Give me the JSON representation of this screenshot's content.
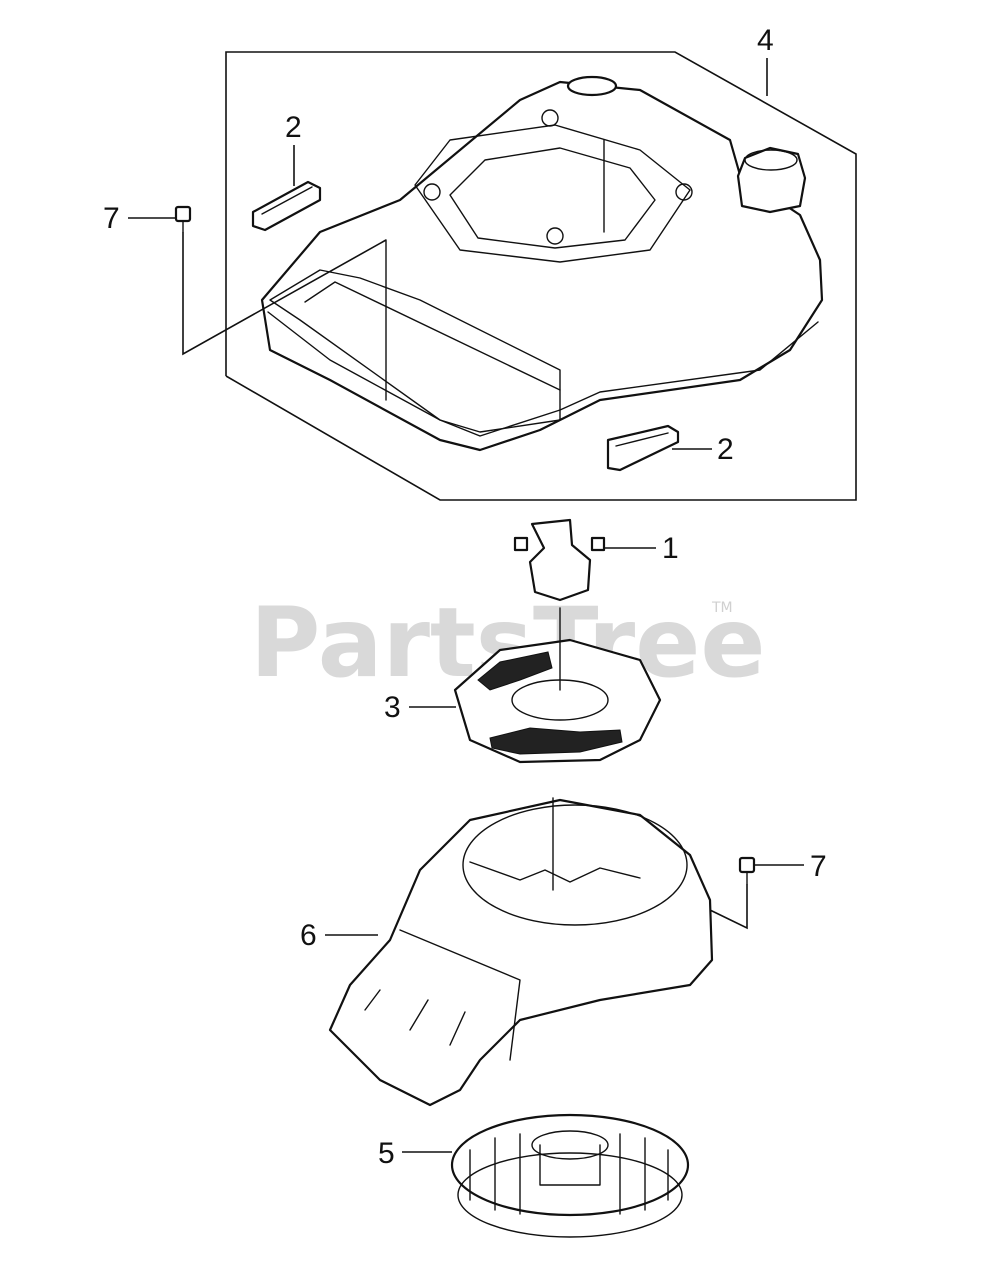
{
  "watermark": {
    "brand": "PartsTree",
    "trademark": "TM"
  },
  "callouts": {
    "c1": "1",
    "c2a": "2",
    "c2b": "2",
    "c3": "3",
    "c4": "4",
    "c5": "5",
    "c6": "6",
    "c7a": "7",
    "c7b": "7"
  },
  "colors": {
    "line": "#111111",
    "watermark": "#d9d9d9",
    "background": "#ffffff"
  }
}
